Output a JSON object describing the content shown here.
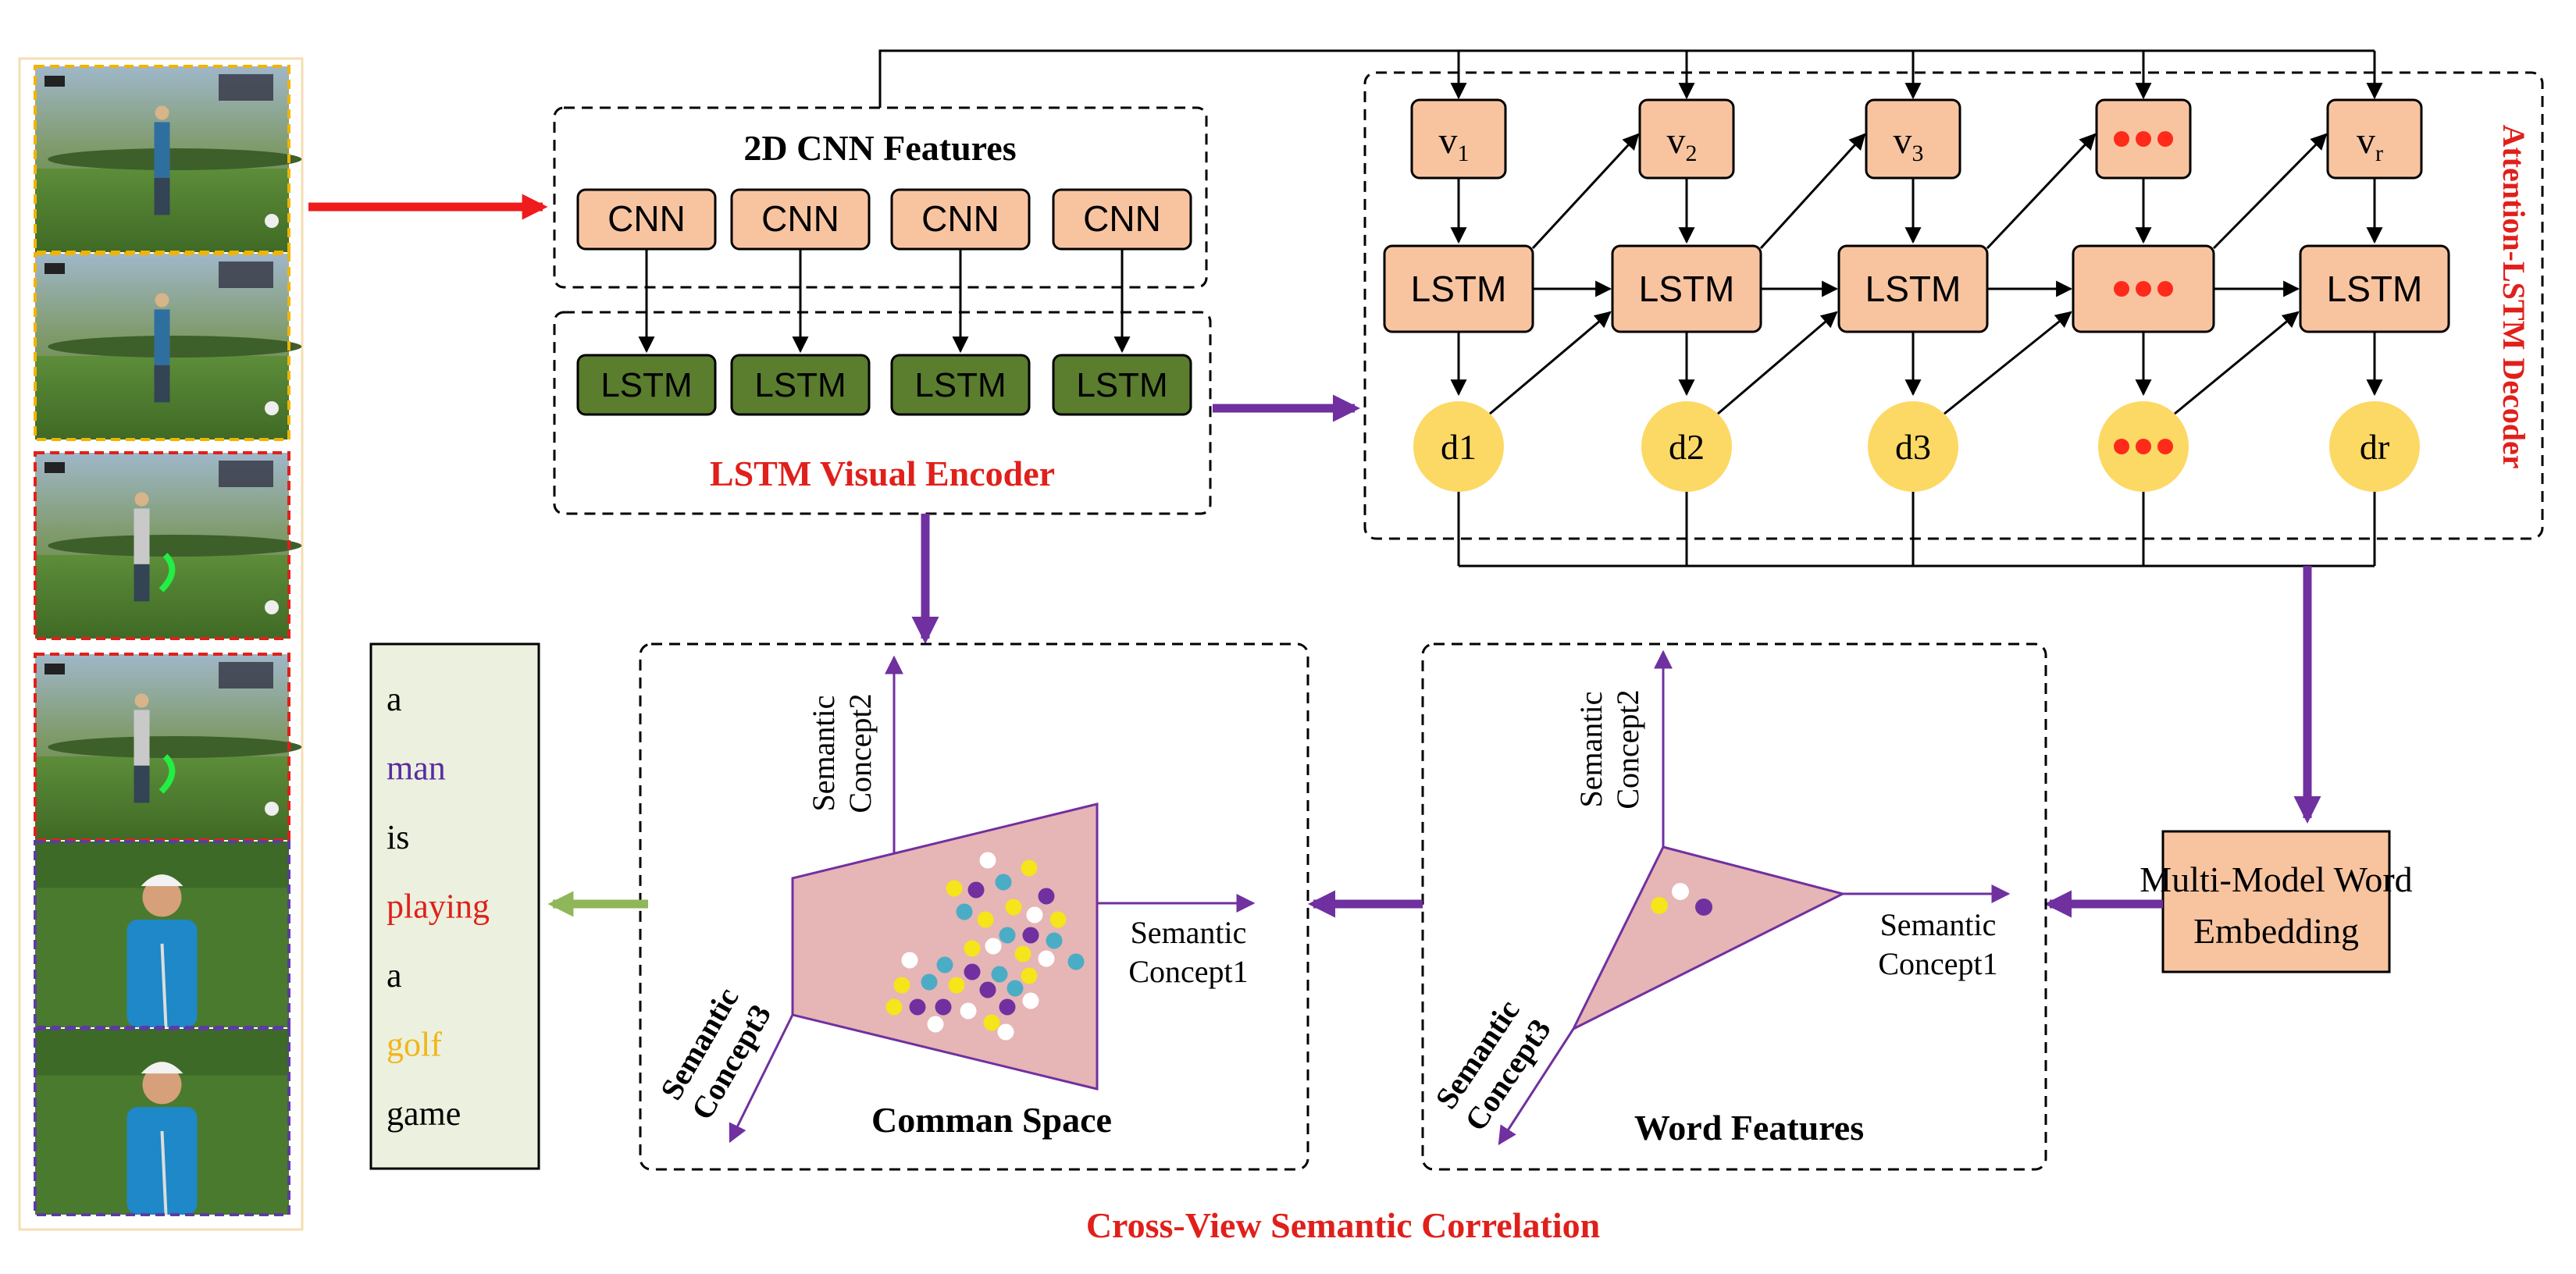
{
  "encoder": {
    "cnn_title": "2D CNN Features",
    "cnn_label": "CNN",
    "lstm_label": "LSTM",
    "title": "LSTM Visual Encoder"
  },
  "decoder": {
    "title": "Attention-LSTM Decoder",
    "lstm_label": "LSTM",
    "v_labels": [
      {
        "base": "v",
        "sub": "1"
      },
      {
        "base": "v",
        "sub": "2"
      },
      {
        "base": "v",
        "sub": "3"
      },
      {
        "base": "",
        "sub": ""
      },
      {
        "base": "v",
        "sub": "r"
      }
    ],
    "d_labels": [
      "d1",
      "d2",
      "d3",
      "",
      "dr"
    ]
  },
  "common_space": {
    "title": "Comman Space",
    "axis1": [
      "Semantic",
      "Concept1"
    ],
    "axis2": [
      "Semantic",
      "Concept2"
    ],
    "axis3": [
      "Semantic",
      "Concept3"
    ]
  },
  "word_features": {
    "title": "Word Features",
    "axis1": [
      "Semantic",
      "Concept1"
    ],
    "axis2": [
      "Semantic",
      "Concept2"
    ],
    "axis3": [
      "Semantic",
      "Concept3"
    ]
  },
  "embedding": {
    "label": [
      "Multi-Model Word",
      "Embedding"
    ]
  },
  "caption_words": [
    {
      "text": "a",
      "color": "#000000"
    },
    {
      "text": "man",
      "color": "#5b2ca0"
    },
    {
      "text": "is",
      "color": "#000000"
    },
    {
      "text": "playing",
      "color": "#e0201b"
    },
    {
      "text": "a",
      "color": "#000000"
    },
    {
      "text": "golf",
      "color": "#f2b51a"
    },
    {
      "text": "game",
      "color": "#000000"
    }
  ],
  "bottom_title": "Cross-View Semantic Correlation",
  "colors": {
    "box_orange": "#f8c4a0",
    "box_green": "#5a7d2e",
    "node_yellow": "#fcd965",
    "red_dot": "#ff2a1a",
    "purple": "#7030a0",
    "red_text": "#e0201b",
    "pink_fill": "#e6b5b5",
    "caption_bg": "#ebf1de",
    "arrow_green": "#90b65a",
    "dot_teal": "#4bacc6",
    "dot_yellow": "#f5e51a"
  },
  "frames": [
    {
      "scene": "golf-swing",
      "border": "#f0b400"
    },
    {
      "scene": "golf-swing",
      "border": "#f0b400"
    },
    {
      "scene": "golf-swing",
      "border": "#e0201b"
    },
    {
      "scene": "golf-swing",
      "border": "#e0201b"
    },
    {
      "scene": "golfer-closeup",
      "border": "#5b3da0"
    },
    {
      "scene": "golfer-closeup",
      "border": "#5b3da0"
    }
  ]
}
